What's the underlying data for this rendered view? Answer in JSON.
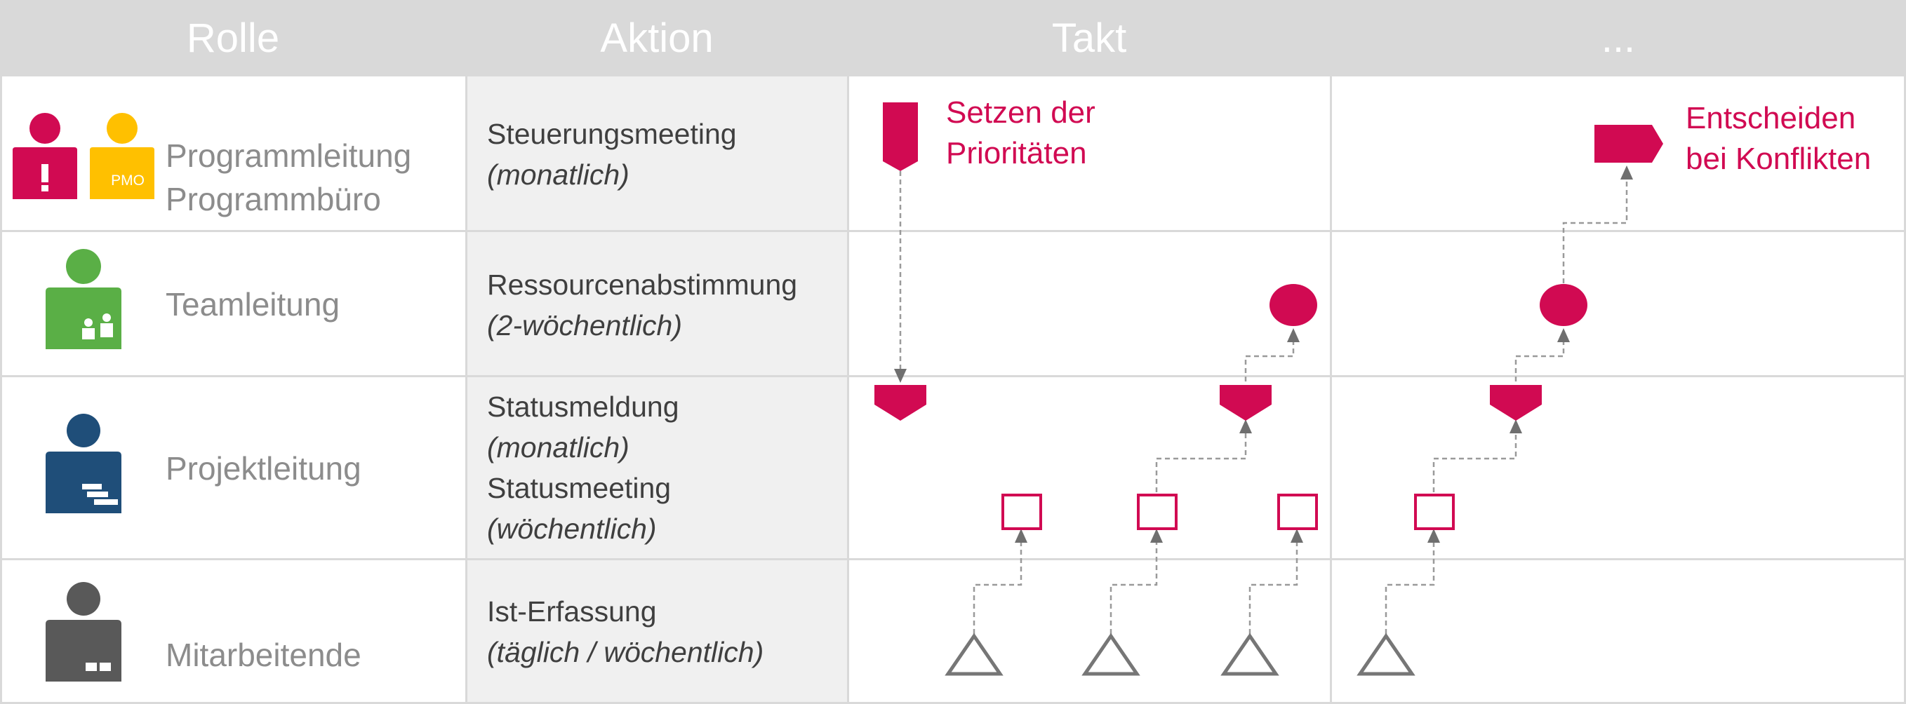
{
  "header": {
    "role": "Rolle",
    "action": "Aktion",
    "takt": "Takt",
    "more": "..."
  },
  "rows": [
    {
      "roles": [
        "Programmleitung",
        "Programmbüro"
      ],
      "actions": [
        {
          "name": "Steuerungsmeeting",
          "frequency": "(monatlich)"
        }
      ],
      "icons": [
        "programmleitung-person-icon",
        "programmbuero-person-icon"
      ],
      "badge": "PMO"
    },
    {
      "roles": [
        "Teamleitung"
      ],
      "actions": [
        {
          "name": "Ressourcenabstimmung",
          "frequency": "(2-wöchentlich)"
        }
      ],
      "icons": [
        "teamleitung-person-icon"
      ]
    },
    {
      "roles": [
        "Projektleitung"
      ],
      "actions": [
        {
          "name": "Statusmeldung",
          "frequency": "(monatlich)"
        },
        {
          "name": "Statusmeeting",
          "frequency": "(wöchentlich)"
        }
      ],
      "icons": [
        "projektleitung-person-icon"
      ]
    },
    {
      "roles": [
        "Mitarbeitende"
      ],
      "actions": [
        {
          "name": "Ist-Erfassung",
          "frequency": "(täglich  / wöchentlich)"
        }
      ],
      "icons": [
        "mitarbeitende-person-icon"
      ]
    }
  ],
  "annotations": {
    "priorities": [
      "Setzen der",
      "Prioritäten"
    ],
    "conflicts": [
      "Entscheiden",
      "bei Konflikten"
    ]
  },
  "colors": {
    "accent": "#d10a52",
    "programmleitung": "#d10a52",
    "programmbuero": "#ffc000",
    "teamleitung": "#5aaf46",
    "projektleitung": "#1f4e79",
    "mitarbeitende": "#595959",
    "symbol_gray": "#6f6f6f",
    "grid": "#d9d9d9"
  }
}
